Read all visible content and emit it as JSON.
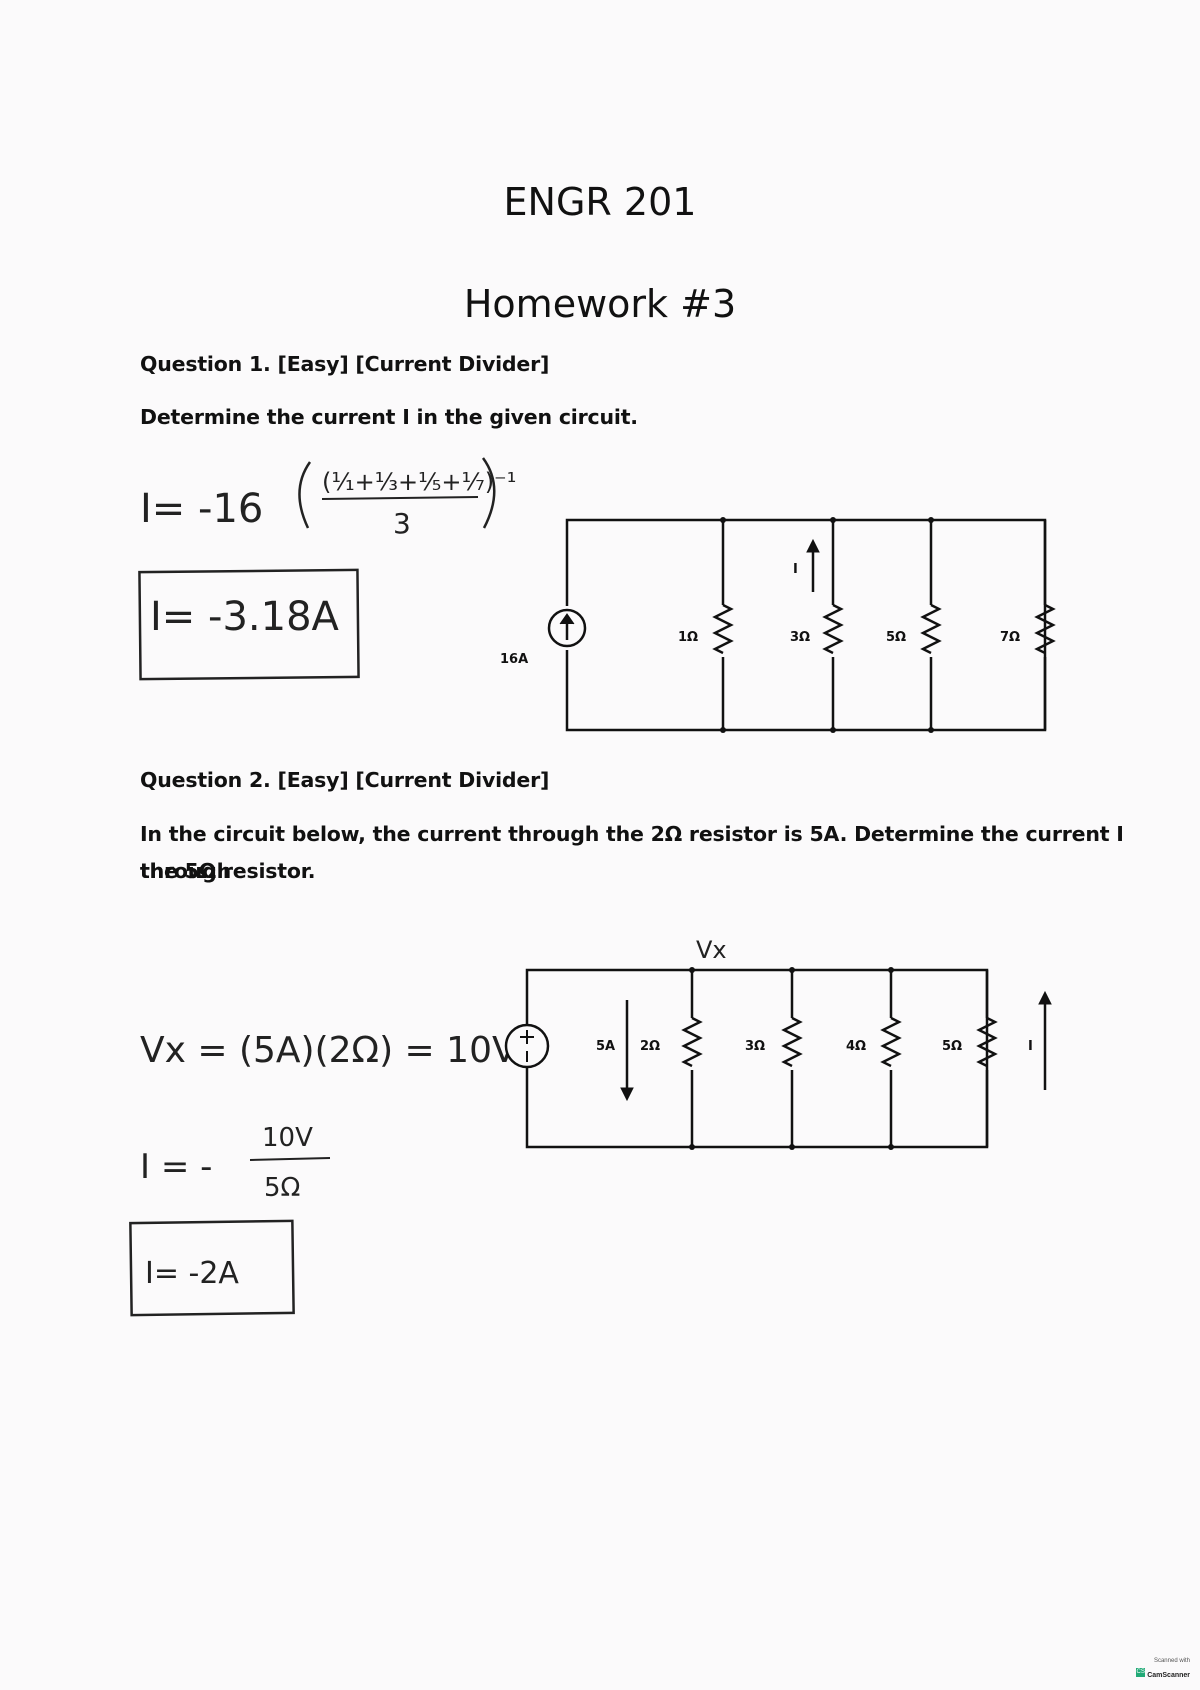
{
  "header": {
    "course": "ENGR 201",
    "homework": "Homework #3"
  },
  "q1": {
    "heading": "Question 1. [Easy] [Current Divider]",
    "prompt": "Determine the current I in the given circuit.",
    "work_lhs": "I= -16",
    "work_denominator": "3",
    "answer": "I= -3.18A",
    "source_label": "16A",
    "current_label": "I",
    "resistors": [
      "1Ω",
      "3Ω",
      "5Ω",
      "7Ω"
    ]
  },
  "q2": {
    "heading": "Question 2. [Easy] [Current Divider]",
    "prompt_line1": "In the circuit below, the current through the 2Ω resistor is 5A. Determine the current I through",
    "prompt_line2": "the 5Ω resistor.",
    "work_vx": "Vx = (5A)(2Ω) = 10V",
    "work_i_lhs": "I = -",
    "work_i_num": "10V",
    "work_i_den": "5Ω",
    "answer": "I= -2A",
    "node_label": "Vx",
    "current_2ohm_label": "5A",
    "current_label": "I",
    "resistors": [
      "2Ω",
      "3Ω",
      "4Ω",
      "5Ω"
    ]
  },
  "footer": {
    "scanned_with": "Scanned with",
    "app": "CamScanner"
  }
}
